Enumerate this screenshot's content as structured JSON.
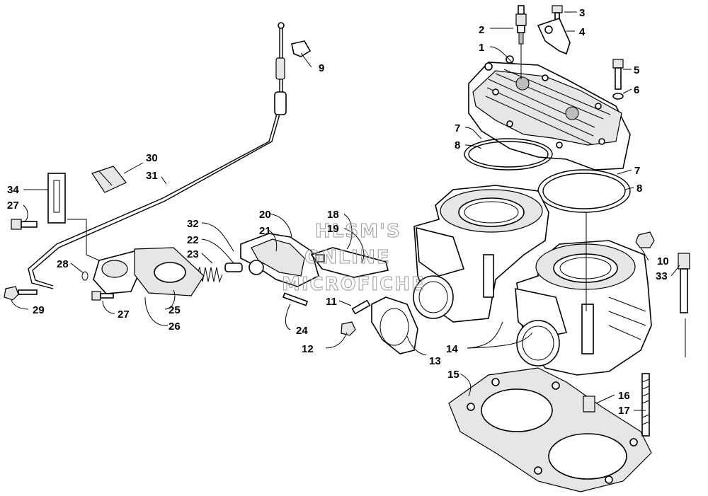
{
  "diagram": {
    "watermark": [
      "HLSM'S",
      "ONLINE",
      "MICROFICHE"
    ],
    "callouts": {
      "c1": "1",
      "c2": "2",
      "c3": "3",
      "c4": "4",
      "c5": "5",
      "c6": "6",
      "c7a": "7",
      "c8a": "8",
      "c7b": "7",
      "c8b": "8",
      "c9": "9",
      "c10": "10",
      "c11": "11",
      "c12": "12",
      "c13": "13",
      "c14": "14",
      "c15": "15",
      "c16": "16",
      "c17": "17",
      "c18": "18",
      "c19": "19",
      "c20": "20",
      "c21": "21",
      "c22": "22",
      "c23": "23",
      "c24": "24",
      "c25": "25",
      "c26": "26",
      "c27a": "27",
      "c27b": "27",
      "c28": "28",
      "c29": "29",
      "c30": "30",
      "c31": "31",
      "c32": "32",
      "c33": "33",
      "c34": "34"
    }
  }
}
